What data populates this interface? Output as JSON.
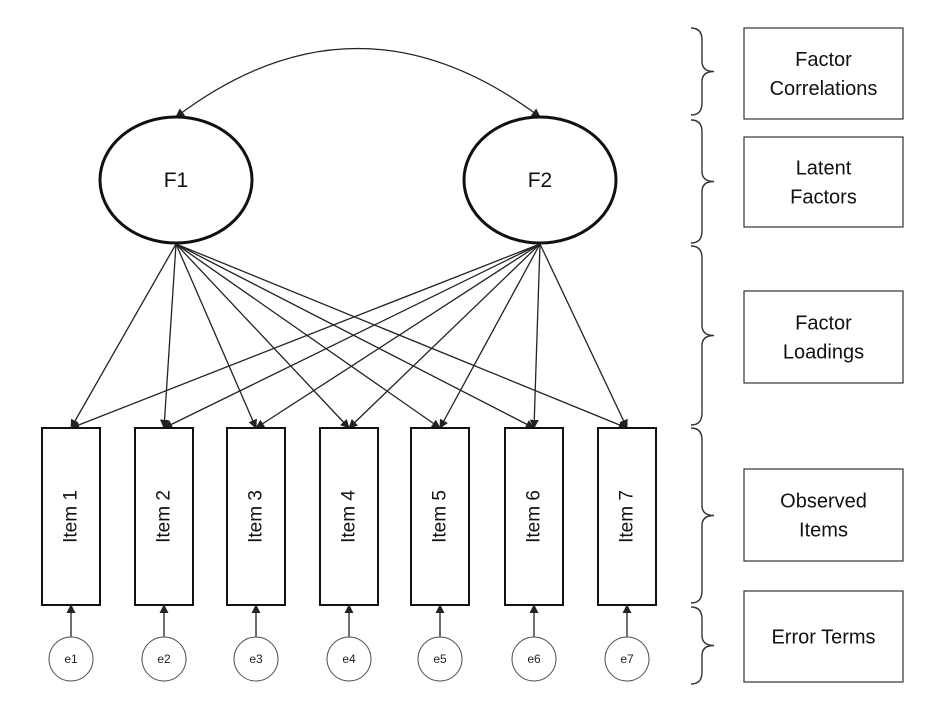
{
  "factors": [
    {
      "label": "F1"
    },
    {
      "label": "F2"
    }
  ],
  "items": [
    {
      "label": "Item 1",
      "error": "e1"
    },
    {
      "label": "Item 2",
      "error": "e2"
    },
    {
      "label": "Item 3",
      "error": "e3"
    },
    {
      "label": "Item 4",
      "error": "e4"
    },
    {
      "label": "Item 5",
      "error": "e5"
    },
    {
      "label": "Item 6",
      "error": "e6"
    },
    {
      "label": "Item 7",
      "error": "e7"
    }
  ],
  "legend": [
    {
      "lines": [
        "Factor",
        "Correlations"
      ]
    },
    {
      "lines": [
        "Latent",
        "Factors"
      ]
    },
    {
      "lines": [
        "Factor",
        "Loadings"
      ]
    },
    {
      "lines": [
        "Observed",
        "Items"
      ]
    },
    {
      "lines": [
        "Error Terms"
      ]
    }
  ]
}
